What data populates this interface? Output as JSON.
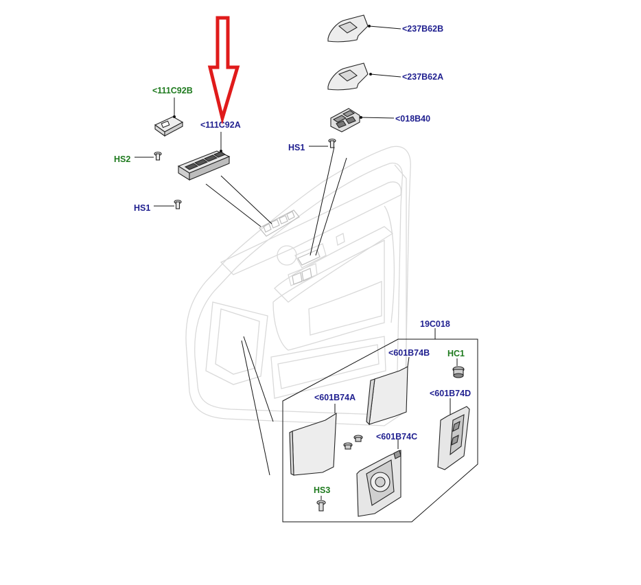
{
  "diagram": {
    "labels": {
      "p237B62B": "<237B62B",
      "p237B62A": "<237B62A",
      "p018B40": "<018B40",
      "p111C92B": "<111C92B",
      "p111C92A": "<111C92A",
      "hs1_right": "HS1",
      "hs2": "HS2",
      "hs1_left": "HS1",
      "p19C018": "19C018",
      "p601B74B": "<601B74B",
      "hc1": "HC1",
      "p601B74A": "<601B74A",
      "p601B74D": "<601B74D",
      "p601B74C": "<601B74C",
      "hs3": "HS3"
    },
    "colors": {
      "blue_label": "#1f1f8f",
      "green_label": "#1e7a1e",
      "red_arrow": "#e01b1b",
      "ghost_line": "#d9d9d9",
      "part_fill": "#efefef",
      "part_stroke": "#222222"
    },
    "icons": {
      "pointer": "red-down-arrow-icon"
    }
  }
}
